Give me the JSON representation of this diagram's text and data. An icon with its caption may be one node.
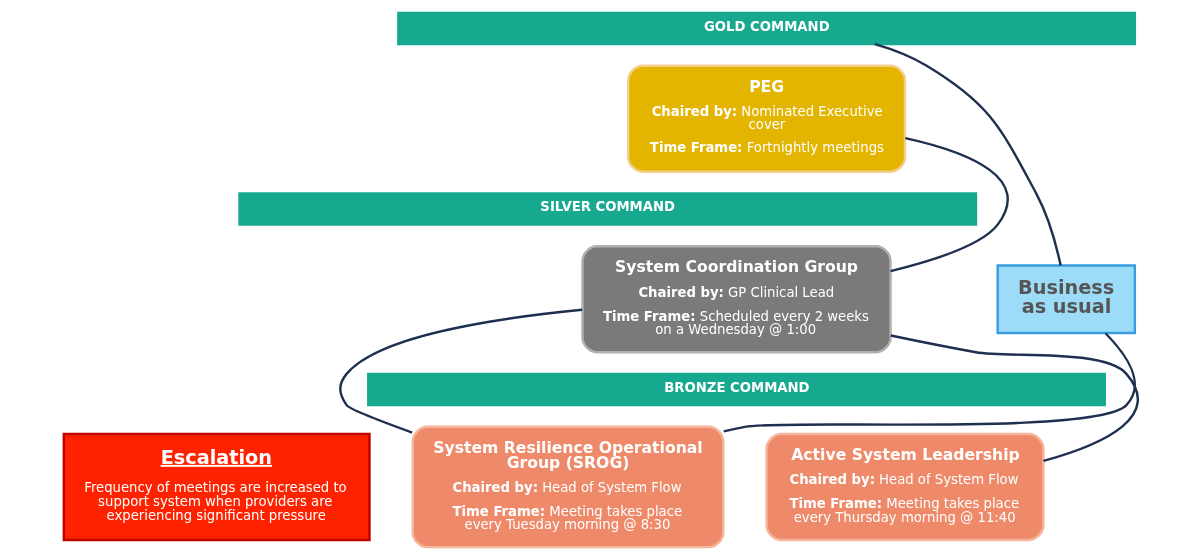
{
  "diagram": {
    "nodes": [
      {
        "text": [
          "GOLD COMMAND"
        ]
      },
      {
        "text": [
          "PEG",
          "**Chaired by:** Nominated Executive cover",
          "**Time Frame:** Fortnightly meetings"
        ]
      },
      {
        "text": [
          "SILVER COMMAND"
        ]
      },
      {
        "text": [
          "System Coordination Group",
          "**Chaired by:** GP Clinical Lead",
          "**Time Frame:** Scheduled every 2 weeks on a Wednesday @ 1:00"
        ]
      },
      {
        "text": [
          "BRONZE COMMAND"
        ]
      },
      {
        "text": [
          "System Resilience Operational Group (SROG)",
          "**Chaired by:** Head of System Flow",
          "**Time Frame:** Meeting takes place every Tuesday morning @ 8:30"
        ]
      },
      {
        "text": [
          "Active System Leadership",
          "**Chaired by:** Head of System Flow",
          "**Time Frame:** Meeting takes place every Thursday morning @ 11:40"
        ]
      },
      {
        "text": [
          "Business as usual"
        ]
      },
      {
        "text": [
          "Escalation",
          "Frequency of meetings are increased to support system when providers are experiencing significant pressure"
        ]
      }
    ],
    "edges": [
      {
        "from": 1,
        "to": 3,
        "arrow": "none"
      },
      {
        "from": 3,
        "to": 5,
        "arrow": "none"
      },
      {
        "from": 3,
        "to": 6,
        "arrow": "none"
      },
      {
        "from": 7,
        "to": 0,
        "arrow": "none"
      },
      {
        "from": 7,
        "to": 5,
        "arrow": "none"
      }
    ]
  }
}
